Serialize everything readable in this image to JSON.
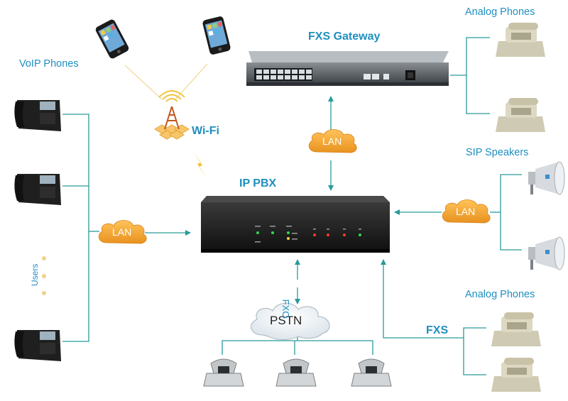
{
  "labels": {
    "voip_phones": "VoIP Phones",
    "fxs_gateway": "FXS Gateway",
    "analog_phones_top": "Analog Phones",
    "sip_speakers": "SIP Speakers",
    "analog_phones_bottom": "Analog Phones",
    "wifi": "Wi-Fi",
    "ip_pbx": "IP PBX",
    "users": "Users",
    "fxo": "FXO",
    "fxs": "FXS",
    "pstn": "PSTN",
    "lan_left": "LAN",
    "lan_top": "LAN",
    "lan_right": "LAN"
  },
  "colors": {
    "label_blue": "#1f8fbf",
    "lan_cloud": "#f2a531",
    "connector_teal": "#2a9a9a",
    "device_dark": "#1c1c1c",
    "analog_phone_beige": "#d9d4bd"
  }
}
